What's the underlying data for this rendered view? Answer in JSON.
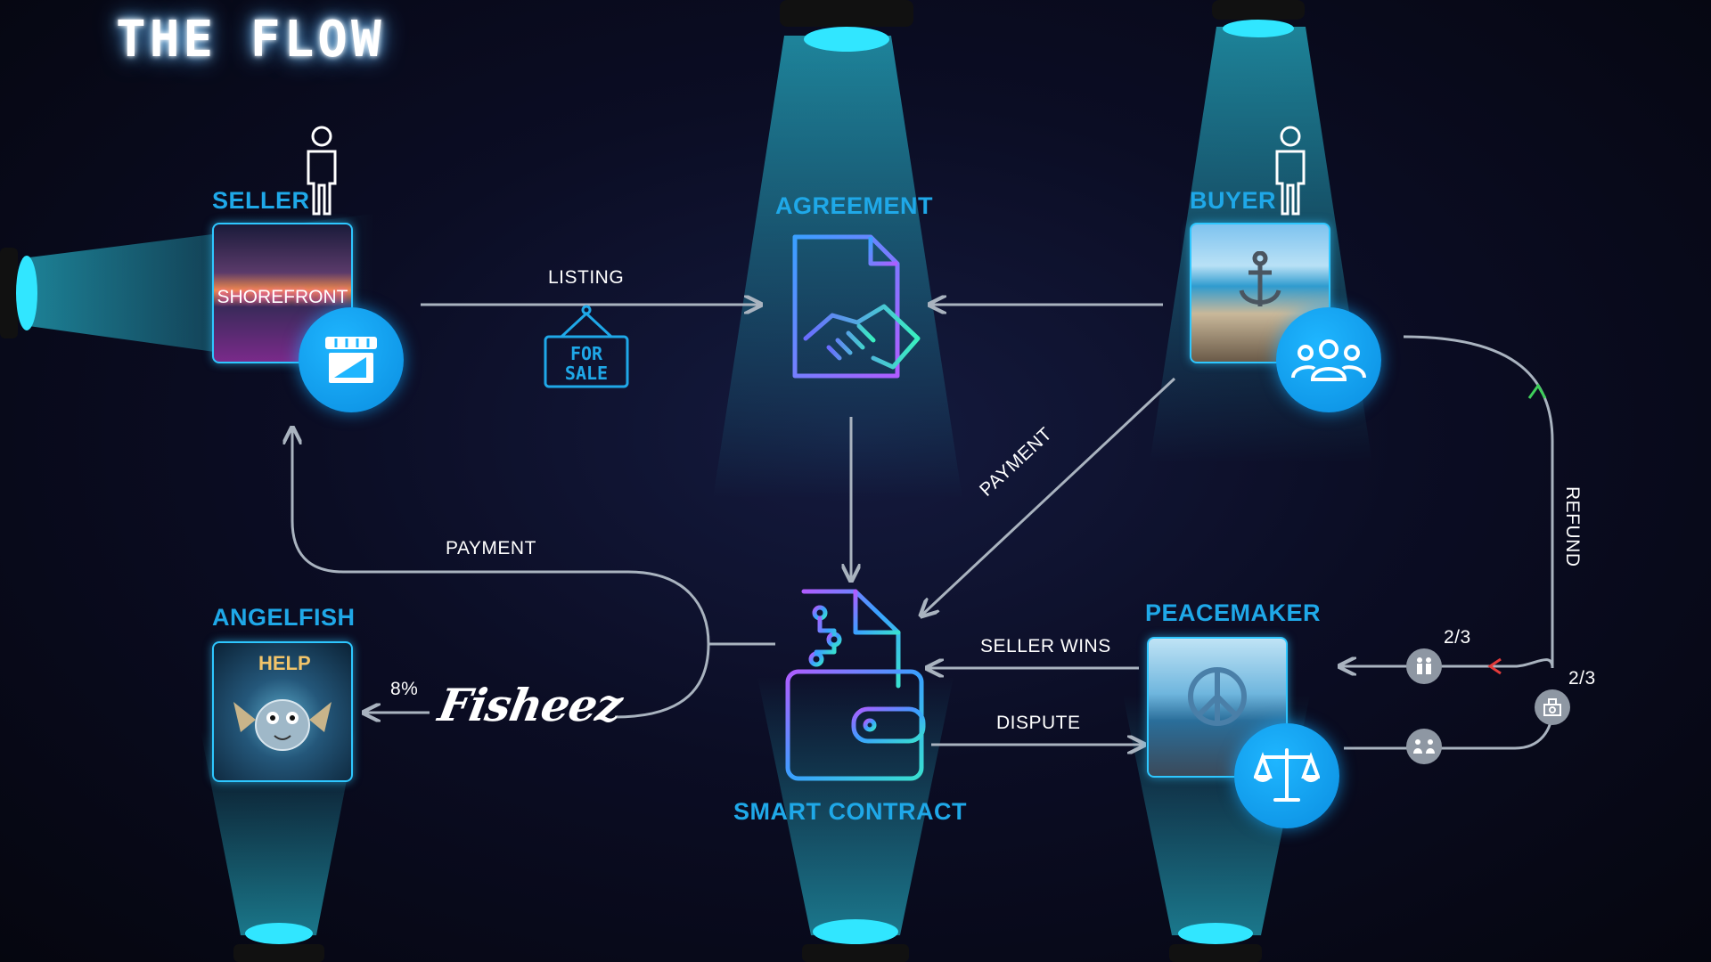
{
  "title": "THE FLOW",
  "nodes": {
    "seller": {
      "label": "SELLER",
      "thumb_text": "SHOREFRONT"
    },
    "agreement": {
      "label": "AGREEMENT"
    },
    "buyer": {
      "label": "BUYER"
    },
    "angelfish": {
      "label": "ANGELFISH",
      "thumb_text": "HELP"
    },
    "smart_contract": {
      "label": "SMART CONTRACT"
    },
    "peacemaker": {
      "label": "PEACEMAKER"
    }
  },
  "edges": {
    "listing": "LISTING",
    "for_sale_sign": "FOR SALE",
    "payment_buyer": "PAYMENT",
    "payment_seller": "PAYMENT",
    "fee": "8%",
    "seller_wins": "SELLER WINS",
    "dispute": "DISPUTE",
    "refund": "REFUND",
    "vote_upper": "2/3",
    "vote_right": "2/3"
  },
  "brand": "Fisheez",
  "icons": {
    "seller_badge": "storefront-icon",
    "agreement": "document-handshake-icon",
    "buyer_badge": "group-icon",
    "smart_contract": "contract-wallet-icon",
    "peacemaker_badge": "scales-icon",
    "person": "person-icon",
    "vote_upper": "handshake-vote-icon",
    "vote_lower": "dispute-vote-icon",
    "vote_junction": "ballot-box-icon"
  },
  "colors": {
    "label": "#1fa8e8",
    "badge": "#1fb6ff",
    "connector": "#a9b3bf",
    "beam": "#2ee6ff",
    "refund_arrow": "#3ecf5a",
    "seller_wins_arrow": "#e23a3a"
  }
}
